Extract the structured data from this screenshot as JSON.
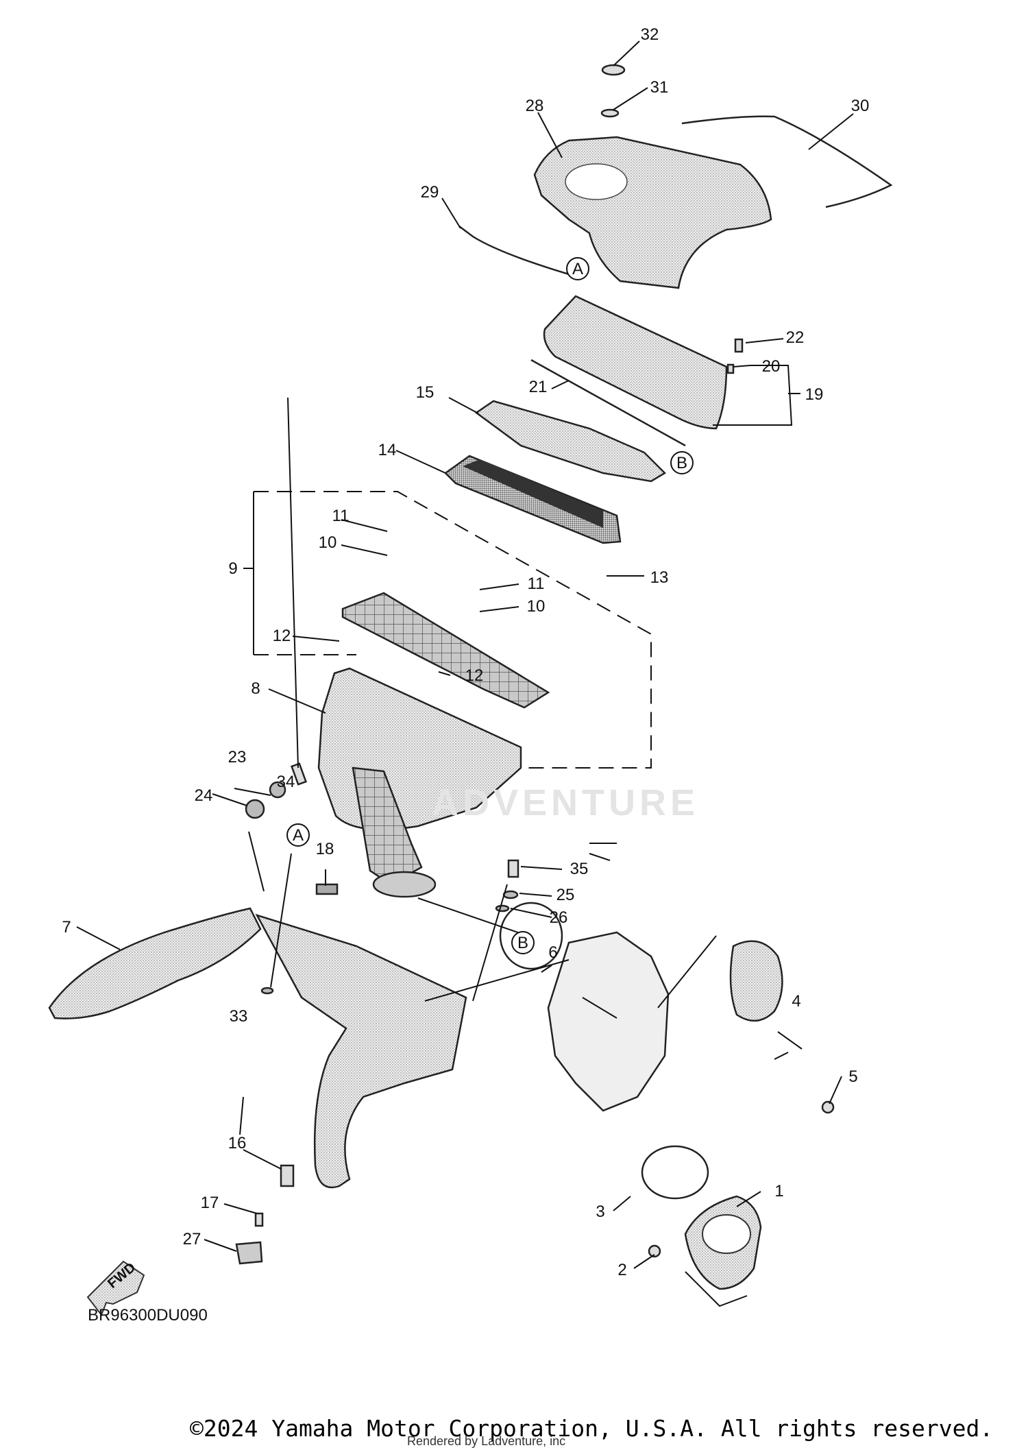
{
  "diagram": {
    "callouts": [
      "32",
      "31",
      "28",
      "30",
      "29",
      "22",
      "20",
      "19",
      "21",
      "15",
      "14",
      "11",
      "10",
      "9",
      "13",
      "11",
      "10",
      "12",
      "12",
      "8",
      "34",
      "23",
      "24",
      "18",
      "35",
      "25",
      "26",
      "7",
      "6",
      "4",
      "5",
      "33",
      "16",
      "17",
      "27",
      "3",
      "1",
      "2"
    ],
    "circle_markers": [
      "A",
      "B",
      "A",
      "B"
    ],
    "fwd_label": "FWD",
    "code": "BR96300DU090",
    "watermark": "ADVENTURE",
    "copyright": "©2024 Yamaha Motor Corporation, U.S.A. All rights reserved.",
    "rendered_by": "Rendered by Ladventure, inc"
  }
}
